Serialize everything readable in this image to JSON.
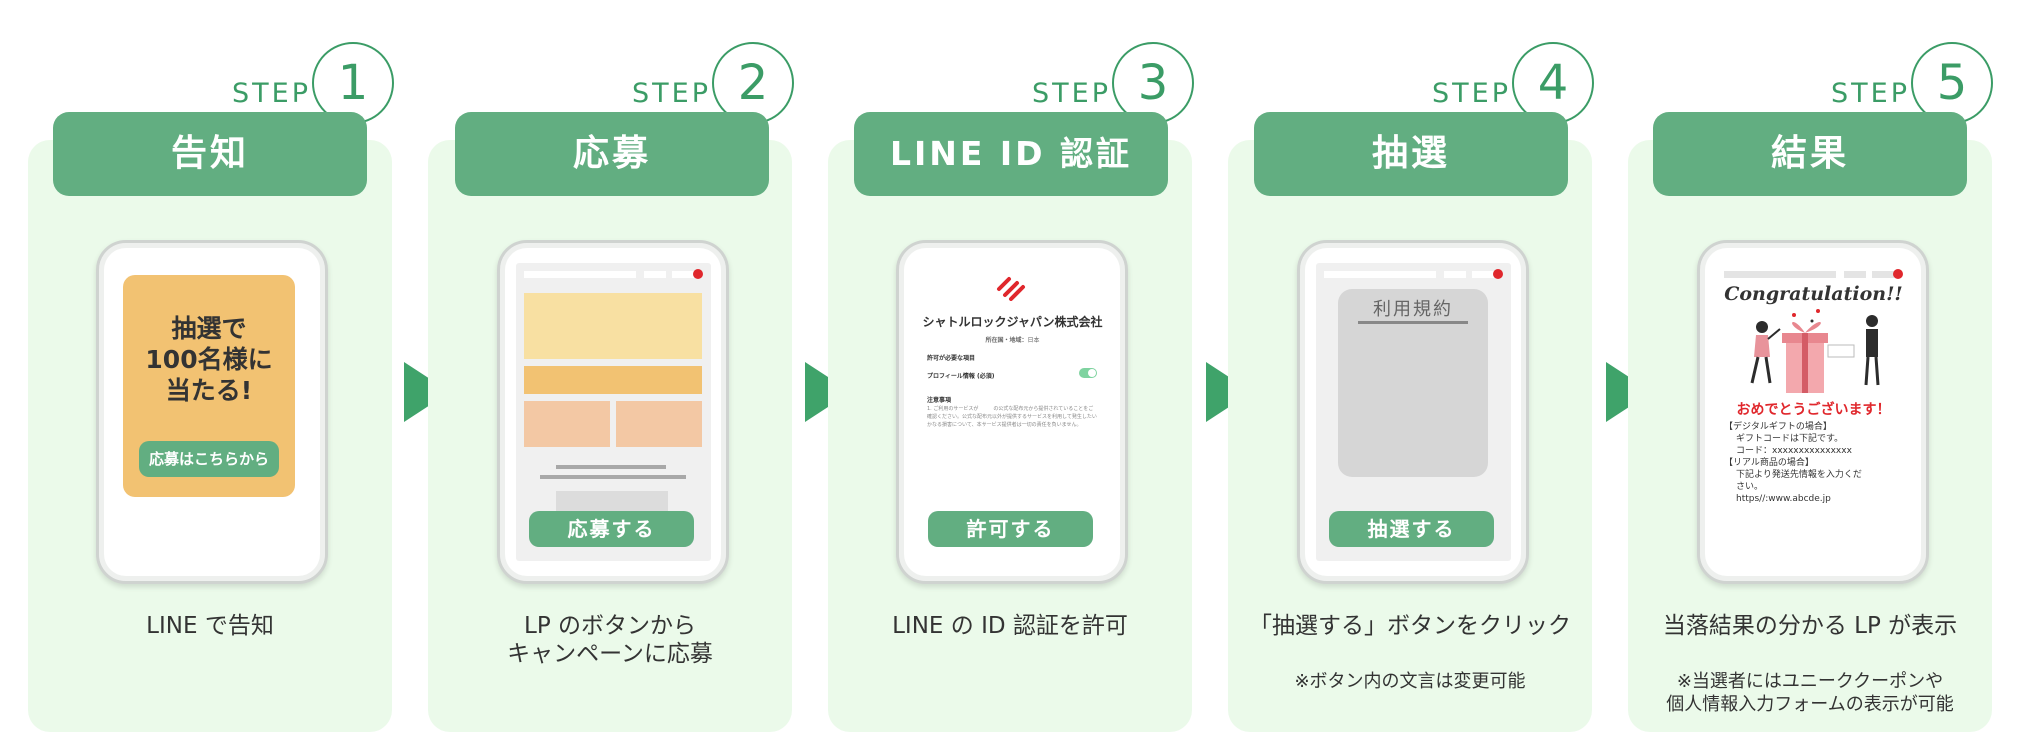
{
  "step_word": "STEP",
  "colors": {
    "accent": "#62ae81",
    "card_bg": "#ebfaea",
    "step_text": "#3b9c66"
  },
  "steps": [
    {
      "number": "1",
      "title": "告知",
      "mock": {
        "banner_lines": [
          "抽選で",
          "100名様に",
          "当たる!"
        ],
        "banner_button": "応募はこちらから"
      },
      "description": [
        "LINE で告知"
      ],
      "note": []
    },
    {
      "number": "2",
      "title": "応募",
      "mock": {
        "button": "応募する"
      },
      "description": [
        "LP のボタンから",
        "キャンペーンに応募"
      ],
      "note": []
    },
    {
      "number": "3",
      "title": "LINE ID 認証",
      "mock": {
        "company": "シャトルロックジャパン株式会社",
        "country_label": "所在国・地域：",
        "country_value": "日本",
        "permission_title": "許可が必要な項目",
        "permission_item": "プロフィール情報 (必須)",
        "notes_title": "注意事項",
        "notes_text": "1. ご利用のサービスが　　　の公式な配布元から提供されていることをご確認ください。公式な配布元以外が提供するサービスを利用して発生したいかなる損害について、本サービス提供者は一切の責任を負いません。",
        "button": "許可する"
      },
      "description": [
        "LINE の ID 認証を許可"
      ],
      "note": []
    },
    {
      "number": "4",
      "title": "抽選",
      "mock": {
        "terms_title": "利用規約",
        "button": "抽選する"
      },
      "description": [
        "「抽選する」ボタンをクリック"
      ],
      "note": [
        "※ボタン内の文言は変更可能"
      ]
    },
    {
      "number": "5",
      "title": "結果",
      "mock": {
        "congrats": "Congratulation!!",
        "headline": "おめでとうございます！",
        "lines": [
          "【デジタルギフトの場合】",
          "ギフトコードは下記です。",
          "コード：xxxxxxxxxxxxxxx",
          "【リアル商品の場合】",
          "下記より発送先情報を入力くだ",
          "さい。",
          "https//:www.abcde.jp"
        ]
      },
      "description": [
        "当落結果の分かる LP が表示"
      ],
      "note": [
        "※当選者にはユニーククーポンや",
        "個人情報入力フォームの表示が可能"
      ]
    }
  ]
}
